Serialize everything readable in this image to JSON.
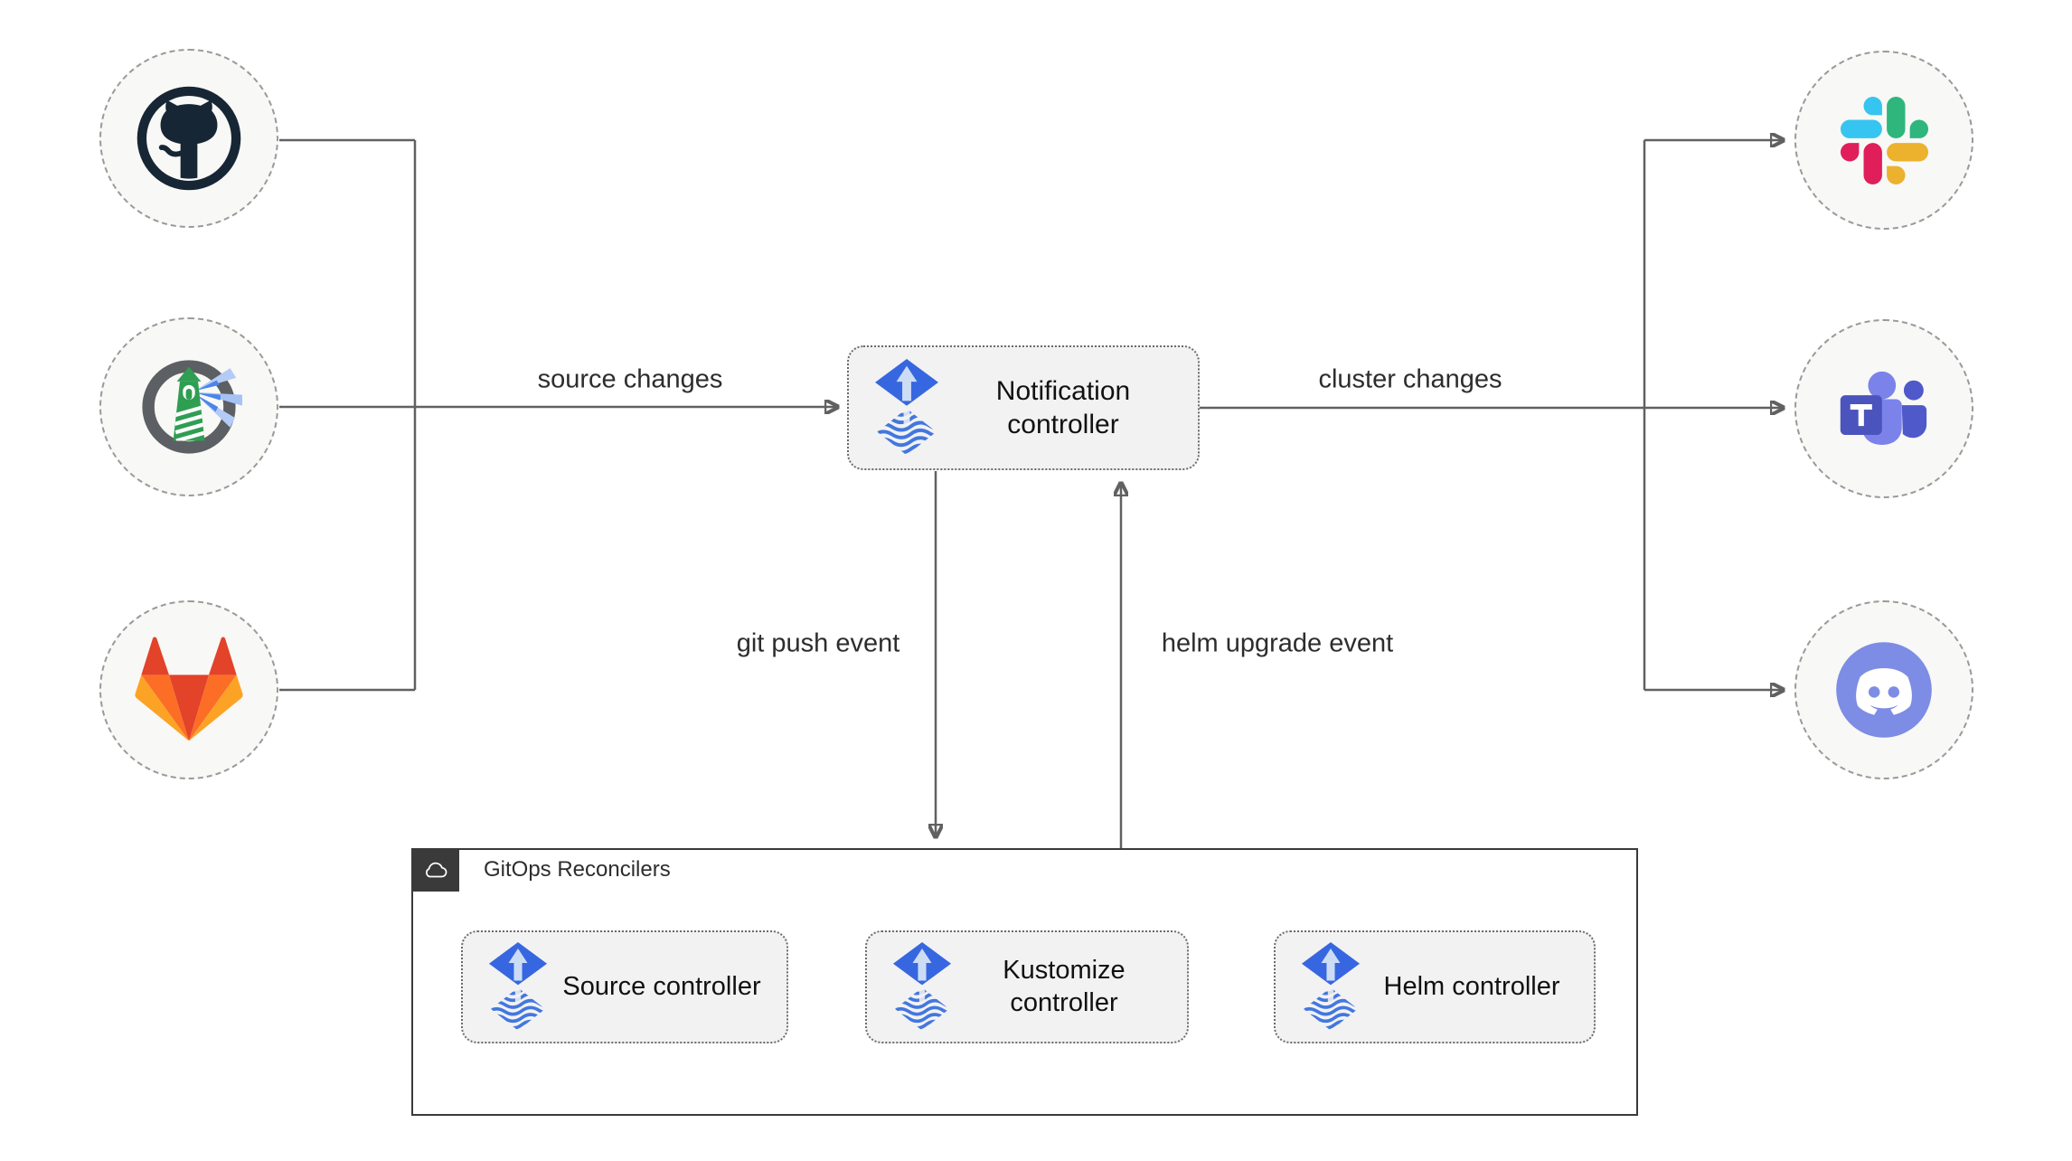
{
  "nodes": {
    "notification": {
      "label": "Notification controller",
      "icon": "flux-icon"
    },
    "reconcilers": {
      "title": "GitOps Reconcilers",
      "title_icon": "cloud-icon",
      "items": [
        {
          "label": "Source controller",
          "icon": "flux-icon"
        },
        {
          "label": "Kustomize controller",
          "icon": "flux-icon"
        },
        {
          "label": "Helm controller",
          "icon": "flux-icon"
        }
      ]
    },
    "sources": [
      {
        "icon": "github-icon"
      },
      {
        "icon": "harbor-icon"
      },
      {
        "icon": "gitlab-icon"
      }
    ],
    "destinations": [
      {
        "icon": "slack-icon"
      },
      {
        "icon": "teams-icon"
      },
      {
        "icon": "discord-icon"
      }
    ]
  },
  "edges": {
    "source_changes": "source changes",
    "cluster_changes": "cluster changes",
    "git_push_event": "git push event",
    "helm_upgrade_event": "helm upgrade event"
  },
  "colors": {
    "flux_blue": "#3767e0",
    "flux_wave_blue": "#4377e0",
    "line_gray": "#616161",
    "box_bg": "#f2f2f2",
    "circle_bg": "#f8f8f6",
    "circle_border": "#9a9a9a",
    "container_border": "#3a3a3a",
    "github_dark": "#172635",
    "gitlab_red": "#e24329",
    "gitlab_orange": "#fc6d26",
    "gitlab_yellow": "#fca326",
    "slack_blue": "#36c5f0",
    "slack_green": "#2eb67d",
    "slack_yellow": "#ecb22e",
    "slack_pink": "#e01e5a",
    "teams_purple": "#4b53bc",
    "teams_light": "#7b83eb",
    "teams_mid": "#5059c9",
    "discord_blurple": "#7d8ce4",
    "harbor_green": "#2f9e52",
    "harbor_gray": "#5c5f63"
  }
}
